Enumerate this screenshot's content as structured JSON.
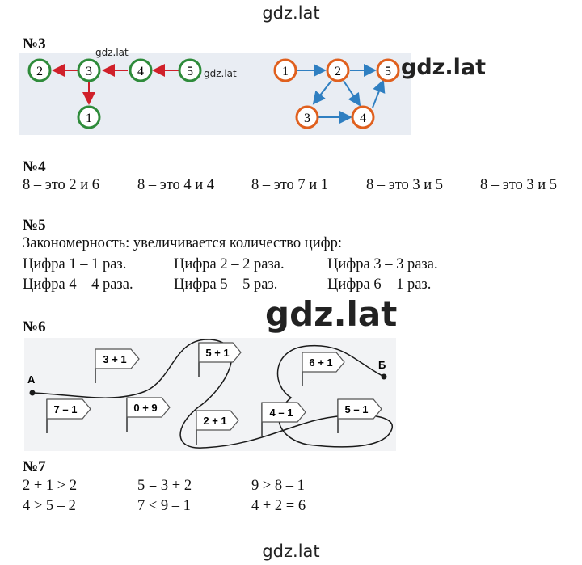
{
  "watermarks": {
    "top": "gdz.lat",
    "bottom": "gdz.lat",
    "small1": "gdz.lat",
    "small2": "gdz.lat",
    "mid": "gdz.lat",
    "big": "gdz.lat"
  },
  "task3": {
    "number": "№3",
    "graph1": {
      "nodes": [
        "2",
        "3",
        "4",
        "5",
        "1"
      ],
      "colors": {
        "node": "#2e8b3a",
        "arrow": "#d0202a"
      }
    },
    "graph2": {
      "nodes": [
        "1",
        "2",
        "5",
        "3",
        "4"
      ],
      "colors": {
        "node": "#e0601e",
        "arrow": "#2f7fc1"
      }
    }
  },
  "task4": {
    "number": "№4",
    "items": [
      "8 – это 2 и 6",
      "8 – это 4 и 4",
      "8 – это 7 и 1",
      "8 – это 3 и 5",
      "8 – это 3 и 5"
    ]
  },
  "task5": {
    "number": "№5",
    "rule": "Закономерность: увеличивается количество цифр:",
    "row1": [
      "Цифра 1 – 1 раз.",
      "Цифра 2 – 2 раза.",
      "Цифра 3 – 3 раза."
    ],
    "row2": [
      "Цифра 4 – 4 раза.",
      "Цифра 5 – 5 раз.",
      "Цифра 6 – 1 раз."
    ]
  },
  "task6": {
    "number": "№6",
    "start": "А",
    "end": "Б",
    "flags": [
      "3 + 1",
      "5 + 1",
      "6 + 1",
      "7 – 1",
      "0 + 9",
      "2 + 1",
      "4 – 1",
      "5 – 1"
    ]
  },
  "task7": {
    "number": "№7",
    "row1": [
      "2 + 1 > 2",
      "5 = 3 + 2",
      "9 > 8 – 1"
    ],
    "row2": [
      "4 > 5 – 2",
      "7 < 9 – 1",
      "4 + 2 = 6"
    ]
  }
}
